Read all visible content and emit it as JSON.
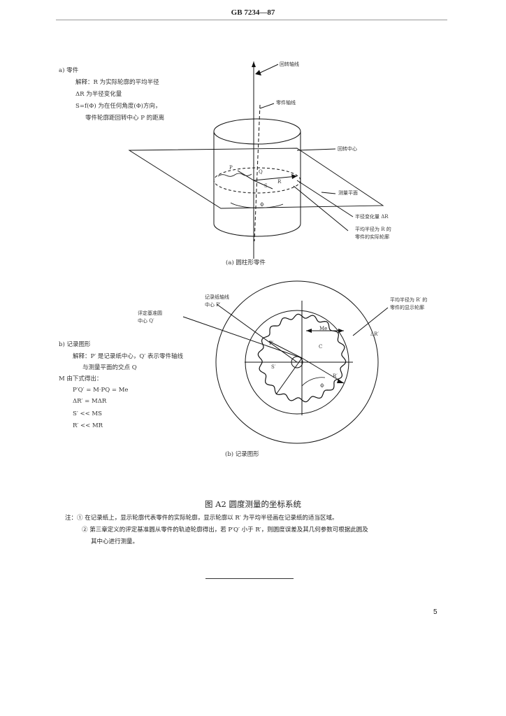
{
  "header": {
    "code": "GB 7234—87"
  },
  "fig_a": {
    "lines": [
      "a) 零件",
      "解释：R 为实际轮廓的平均半径",
      "ΔR 为半径变化量",
      "S=f(Φ) 为在任何角度(Φ)方向，",
      "零件轮廓距回转中心 P 的距离"
    ],
    "labels": {
      "rotation_axis": "回转轴线",
      "part_axis": "零件轴线",
      "rotation_center": "回转中心",
      "measuring_plane": "测量平面",
      "radius_variation": "半径变化量 ΔR",
      "mean_radius_1": "平均半径为 R 的",
      "mean_radius_2": "零件的实际轮廓",
      "P": "P",
      "Q": "Q",
      "R": "R",
      "S": "S",
      "phi": "Φ"
    },
    "caption": "(a) 圆柱形零件"
  },
  "fig_b": {
    "lines": [
      "b) 记录图形",
      "解释：P′ 是记录纸中心，Q′ 表示零件轴线",
      "与测量平面的交点 Q",
      "M 由下式得出：",
      "P′Q′ = M·PQ = Me",
      "ΔR′ = MΔR",
      "S′ << MS",
      "R′ << MR"
    ],
    "labels": {
      "paper_center_1": "记录纸轴线",
      "paper_center_2": "中心 P′",
      "ref_circle_1": "评定基准圆",
      "ref_circle_2": "中心 Q′",
      "display_profile_1": "平均半径为 R′ 的",
      "display_profile_2": "零件的显示轮廓",
      "Me": "Me",
      "C": "C",
      "delta_R": "ΔR′",
      "R_prime": "R′",
      "S_prime": "S′",
      "P_prime": "P′",
      "phi": "Φ"
    },
    "caption": "(b) 记录图形"
  },
  "figure_title": "图 A2   圆度测量的坐标系统",
  "notes": [
    "注：① 在记录纸上，显示轮廓代表零件的实际轮廓，显示轮廓以 R′ 为平均半径画在记录纸的适当区域。",
    "② 第三章定义的评定基准圆从零件的轨迹轮廓得出，若 P′Q′ 小于 R′，则圆度误差及其几何参数可根据此圆及",
    "其中心进行测量。"
  ],
  "page_number": "5"
}
